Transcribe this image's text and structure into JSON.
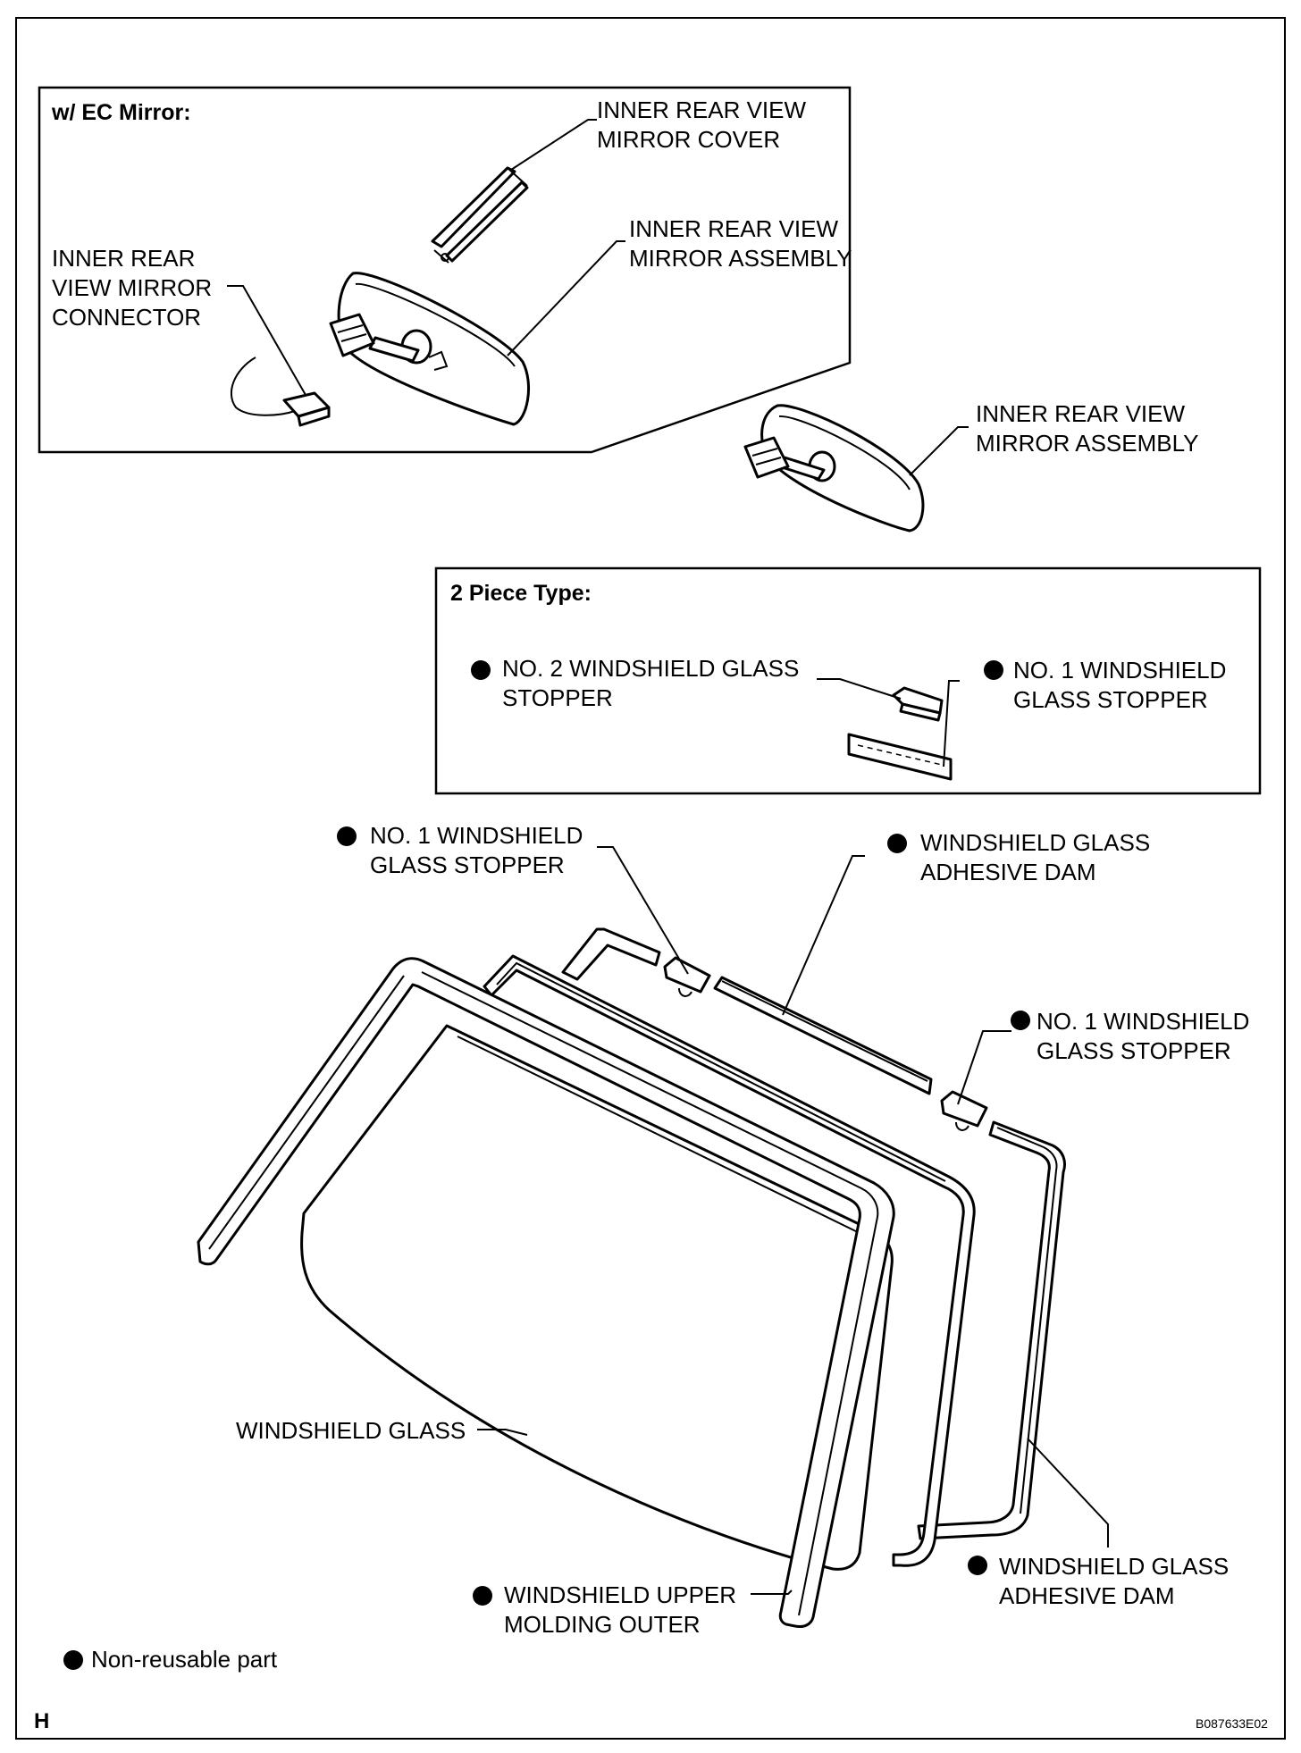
{
  "ec_mirror_box": {
    "title": "w/ EC Mirror:"
  },
  "two_piece_box": {
    "title": "2 Piece Type:"
  },
  "labels": {
    "mirror_cover": [
      "INNER REAR VIEW",
      "MIRROR COVER"
    ],
    "mirror_assembly_ec": [
      "INNER REAR VIEW",
      "MIRROR ASSEMBLY"
    ],
    "mirror_connector": [
      "INNER REAR",
      "VIEW MIRROR",
      "CONNECTOR"
    ],
    "mirror_assembly": [
      "INNER REAR VIEW",
      "MIRROR ASSEMBLY"
    ],
    "no2_stopper": [
      "NO. 2 WINDSHIELD GLASS",
      "STOPPER"
    ],
    "no1_stopper_2pc": [
      "NO. 1   WINDSHIELD",
      "GLASS STOPPER"
    ],
    "no1_stopper_left": [
      "NO. 1 WINDSHIELD",
      "GLASS STOPPER"
    ],
    "adhesive_dam_top": [
      "WINDSHIELD GLASS",
      "ADHESIVE DAM"
    ],
    "no1_stopper_right": [
      "NO. 1 WINDSHIELD",
      "GLASS STOPPER"
    ],
    "windshield_glass": [
      "WINDSHIELD GLASS"
    ],
    "upper_molding": [
      "WINDSHIELD UPPER",
      "MOLDING OUTER"
    ],
    "adhesive_dam_bottom": [
      "WINDSHIELD GLASS",
      "ADHESIVE DAM"
    ]
  },
  "legend": {
    "non_reusable": "Non-reusable part"
  },
  "corner": {
    "code": "H",
    "figure_id": "B087633E02"
  },
  "colors": {
    "ink": "#000000",
    "paper": "#ffffff"
  }
}
